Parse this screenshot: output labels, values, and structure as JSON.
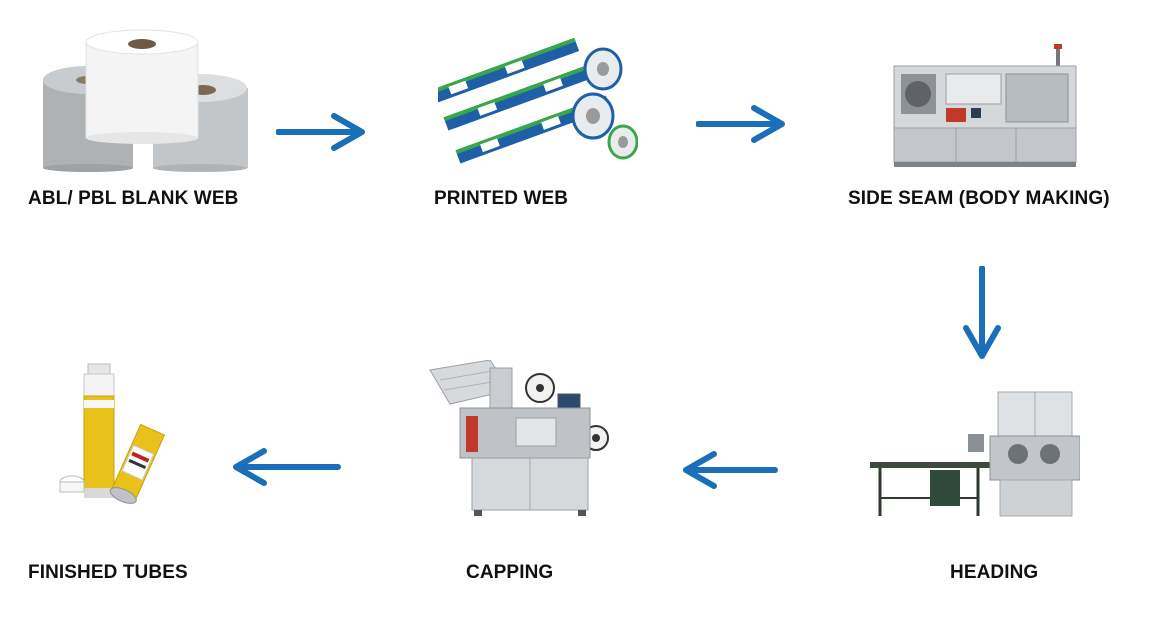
{
  "colors": {
    "arrow": "#1a6fb8",
    "label": "#111111",
    "machine": "#c8ccd0",
    "foil": "#b9bcbf",
    "print_blue": "#1f5fa8",
    "print_green": "#3aa64a",
    "tube_yellow": "#e8c21a"
  },
  "steps": [
    {
      "label": "ABL/ PBL BLANK WEB",
      "icon": "blank-web-rolls-icon"
    },
    {
      "label": "PRINTED WEB",
      "icon": "printed-web-rolls-icon"
    },
    {
      "label": "SIDE SEAM (BODY MAKING)",
      "icon": "side-seam-machine-icon"
    },
    {
      "label": "HEADING",
      "icon": "heading-machine-icon"
    },
    {
      "label": "CAPPING",
      "icon": "capping-machine-icon"
    },
    {
      "label": "FINISHED TUBES",
      "icon": "finished-tubes-icon"
    }
  ],
  "arrows": [
    {
      "from": "ABL/ PBL BLANK WEB",
      "to": "PRINTED WEB",
      "direction": "right"
    },
    {
      "from": "PRINTED WEB",
      "to": "SIDE SEAM (BODY MAKING)",
      "direction": "right"
    },
    {
      "from": "SIDE SEAM (BODY MAKING)",
      "to": "HEADING",
      "direction": "down"
    },
    {
      "from": "HEADING",
      "to": "CAPPING",
      "direction": "left"
    },
    {
      "from": "CAPPING",
      "to": "FINISHED TUBES",
      "direction": "left"
    }
  ]
}
